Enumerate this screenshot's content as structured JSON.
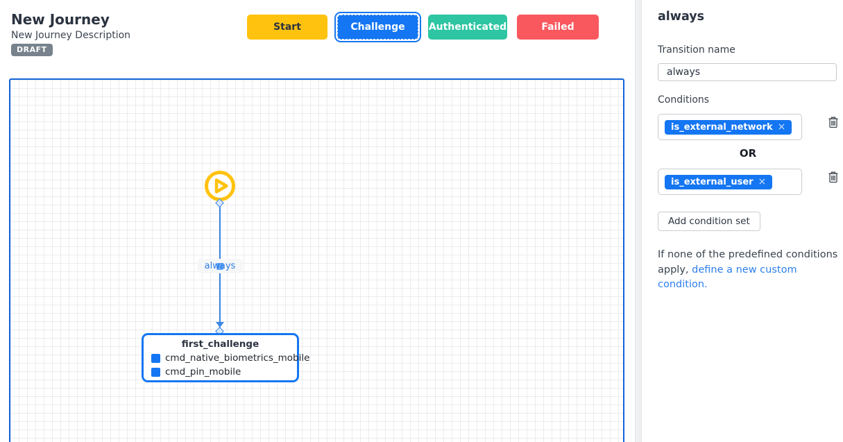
{
  "header": {
    "title": "New Journey",
    "subtitle": "New Journey Description",
    "status_badge": "DRAFT",
    "buttons": [
      {
        "label": "Start",
        "color": "#ffc20e",
        "selected": false
      },
      {
        "label": "Challenge",
        "color": "#1476f2",
        "selected": true
      },
      {
        "label": "Authenticated",
        "color": "#2ec5a2",
        "selected": false
      },
      {
        "label": "Failed",
        "color": "#f9585f",
        "selected": false
      }
    ]
  },
  "canvas": {
    "start_icon": "play-icon",
    "edge": {
      "label": "always"
    },
    "node": {
      "title": "first_challenge",
      "items": [
        {
          "icon": "blue-square-icon",
          "label": "cmd_native_biometrics_mobile"
        },
        {
          "icon": "blue-square-icon",
          "label": "cmd_pin_mobile"
        }
      ]
    }
  },
  "panel": {
    "title": "always",
    "transition_name": {
      "label": "Transition name",
      "value": "always"
    },
    "conditions": {
      "label": "Conditions",
      "joiner": "OR",
      "sets": [
        {
          "chip": "is_external_network",
          "close_icon": "×",
          "remove_icon": "trash-icon"
        },
        {
          "chip": "is_external_user",
          "close_icon": "×",
          "remove_icon": "trash-icon"
        }
      ],
      "add_button": "Add condition set"
    },
    "footer": {
      "text": "If none of the predefined conditions apply, ",
      "link": "define a new custom condition."
    }
  },
  "colors": {
    "accent_blue": "#1476f2",
    "canvas_border_blue": "#1464d9",
    "edge_blue": "#3d87e4",
    "start_yellow": "#ffc20e",
    "authenticated_teal": "#2ec5a2",
    "failed_red": "#f9585f",
    "badge_gray": "#77828c",
    "link_blue": "#2f80ed",
    "grid_line": "#ececec"
  }
}
